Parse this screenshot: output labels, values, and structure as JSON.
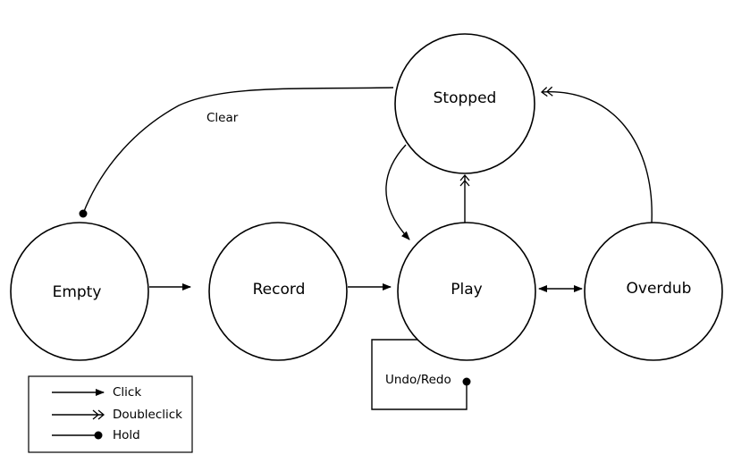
{
  "diagram": {
    "states": {
      "stopped": "Stopped",
      "empty": "Empty",
      "record": "Record",
      "play": "Play",
      "overdub": "Overdub"
    },
    "edge_labels": {
      "clear": "Clear",
      "undo_redo": "Undo/Redo"
    },
    "legend": {
      "click": "Click",
      "doubleclick": "Doubleclick",
      "hold": "Hold"
    }
  }
}
